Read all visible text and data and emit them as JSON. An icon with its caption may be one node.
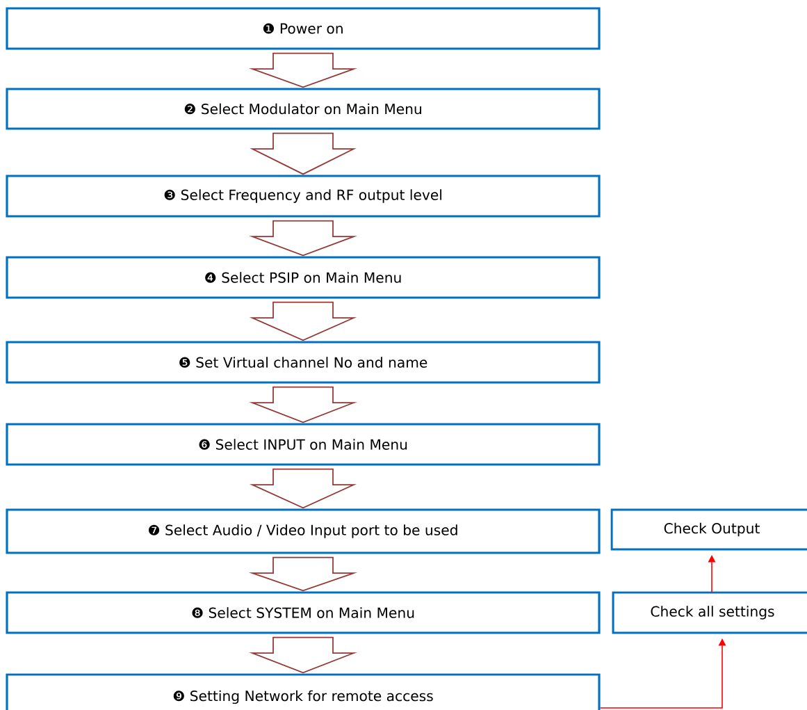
{
  "diagram": {
    "nodes": [
      {
        "text": [
          "❶ Power on"
        ]
      },
      {
        "text": [
          "❷ Select Modulator on Main Menu"
        ]
      },
      {
        "text": [
          "❸ Select Frequency and RF output level"
        ]
      },
      {
        "text": [
          "❹ Select PSIP on Main Menu"
        ]
      },
      {
        "text": [
          "❺ Set Virtual channel No and name"
        ]
      },
      {
        "text": [
          "❻ Select INPUT on Main Menu"
        ]
      },
      {
        "text": [
          "❼ Select Audio / Video Input port to be used"
        ]
      },
      {
        "text": [
          "Check Output"
        ]
      },
      {
        "text": [
          "❽ Select SYSTEM on Main Menu"
        ]
      },
      {
        "text": [
          "Check all settings"
        ]
      },
      {
        "text": [
          "❾ Setting Network for remote access"
        ]
      }
    ],
    "edges": [
      {
        "from": 0,
        "to": 1,
        "arrow": "to"
      },
      {
        "from": 1,
        "to": 2,
        "arrow": "to"
      },
      {
        "from": 2,
        "to": 3,
        "arrow": "to"
      },
      {
        "from": 3,
        "to": 4,
        "arrow": "to"
      },
      {
        "from": 4,
        "to": 5,
        "arrow": "to"
      },
      {
        "from": 5,
        "to": 6,
        "arrow": "to"
      },
      {
        "from": 6,
        "to": 8,
        "arrow": "to"
      },
      {
        "from": 8,
        "to": 10,
        "arrow": "to"
      },
      {
        "from": 10,
        "to": 9,
        "arrow": "to",
        "color": "#ff0000"
      },
      {
        "from": 9,
        "to": 7,
        "arrow": "to",
        "color": "#ff0000"
      }
    ]
  }
}
